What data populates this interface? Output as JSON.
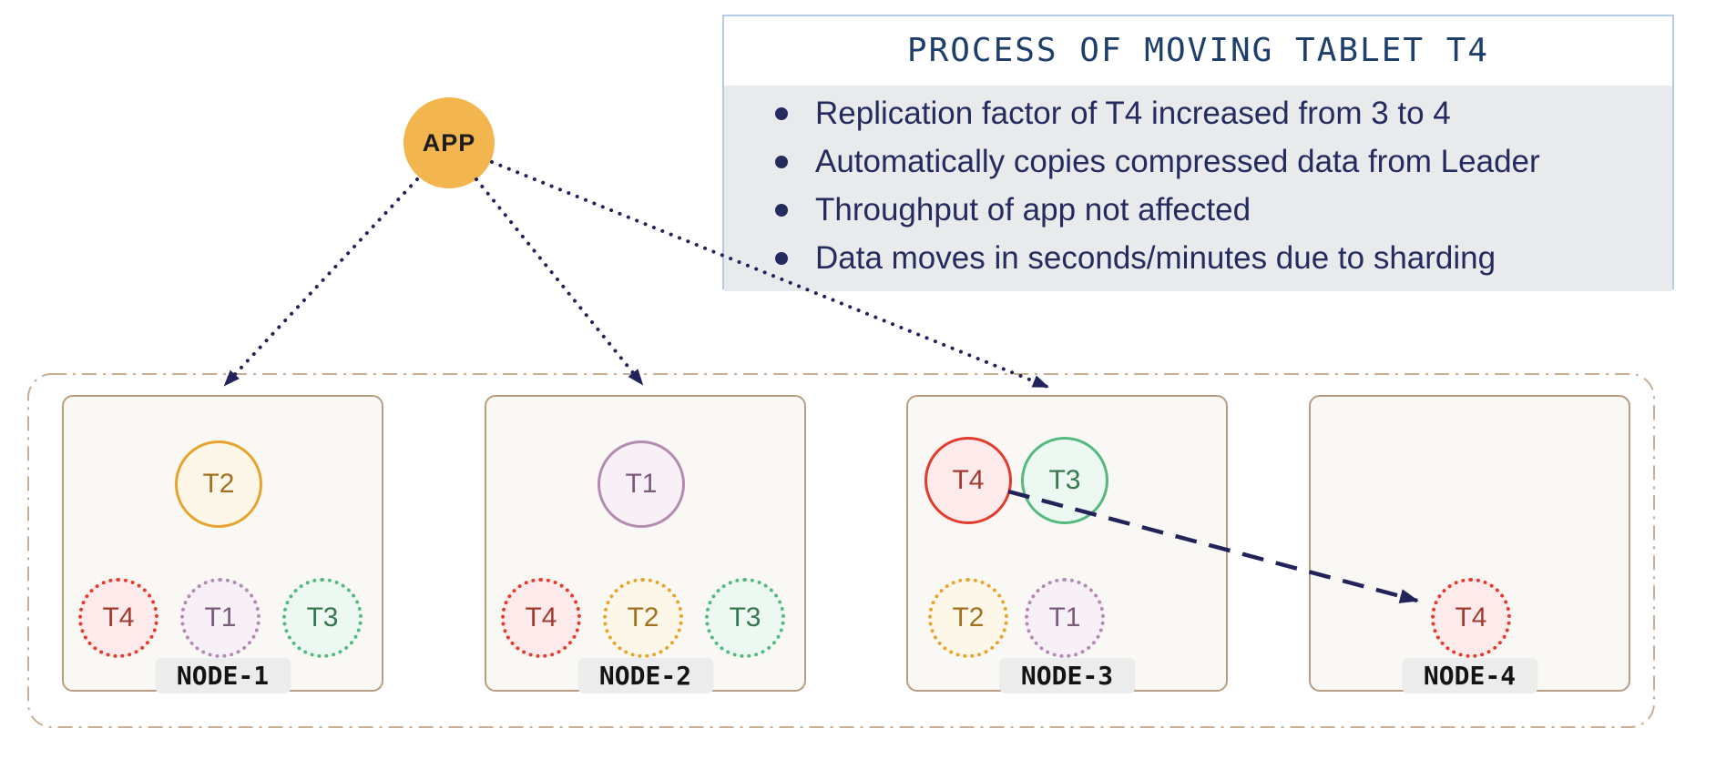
{
  "app": {
    "label": "APP"
  },
  "info_box": {
    "title": "PROCESS OF MOVING TABLET T4",
    "bullets": [
      "Replication factor of T4 increased from 3 to 4",
      "Automatically copies compressed data from Leader",
      "Throughput of app not affected",
      "Data moves in seconds/minutes due to sharding"
    ]
  },
  "nodes": [
    {
      "name": "NODE-1",
      "solid": [
        "T2"
      ],
      "dotted": [
        "T4",
        "T1",
        "T3"
      ]
    },
    {
      "name": "NODE-2",
      "solid": [
        "T1"
      ],
      "dotted": [
        "T4",
        "T2",
        "T3"
      ]
    },
    {
      "name": "NODE-3",
      "solid": [
        "T4",
        "T3"
      ],
      "dotted": [
        "T2",
        "T1"
      ]
    },
    {
      "name": "NODE-4",
      "solid": [],
      "dotted": [
        "T4"
      ]
    }
  ],
  "tablets": {
    "T1": {
      "border": "#b28ab2",
      "fill": "#f7f1f7",
      "text": "#7c5a7c"
    },
    "T2": {
      "border": "#e6a42e",
      "fill": "#fdf7e9",
      "text": "#a3701f"
    },
    "T3": {
      "border": "#55b97e",
      "fill": "#ecf8f1",
      "text": "#35774f"
    },
    "T4": {
      "border": "#e23b2e",
      "fill": "#fcebea",
      "text": "#a33a30"
    }
  },
  "colors": {
    "arrow": "#23235c",
    "app-fill": "#f3b54d",
    "info-border": "#b5cce8",
    "info-title": "#1e3e6b",
    "info-bg": "#e9eaec",
    "bullet-text": "#242b5e",
    "node-border": "#b99d83",
    "node-bg": "#faf8f5",
    "outer-border": "#c9ae93",
    "pill-bg": "#ececec",
    "pill-text": "#141414"
  }
}
